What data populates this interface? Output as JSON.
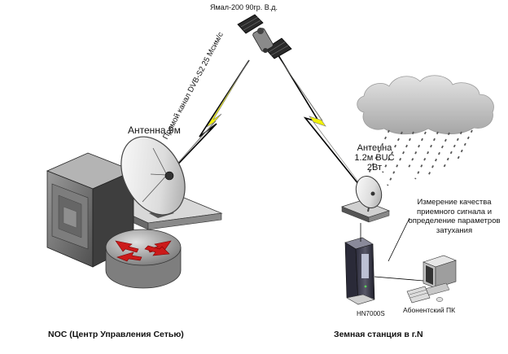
{
  "satellite": {
    "label": "Ямал-200 90гр. В.д."
  },
  "links": {
    "downlink_label": "Прямой канал DVB-S2 25 Мсим/с"
  },
  "noc": {
    "antenna_label": "Антенна 9м",
    "title": "NOC (Центр Управления Сетью)"
  },
  "ground_station": {
    "antenna_label": "Антенна 1.2м BUC 2Вт",
    "measurement_note": "Измерение качества приемного сигнала и определение параметров затухания",
    "modem_label": "HN7000S",
    "pc_label": "Абонентский ПК",
    "title": "Земная станция в г.N"
  },
  "weather": {
    "icon": "rain-cloud-icon"
  },
  "colors": {
    "link": "#f2f20a",
    "router": "#cc1a1a",
    "device": "#9a9a9a"
  }
}
